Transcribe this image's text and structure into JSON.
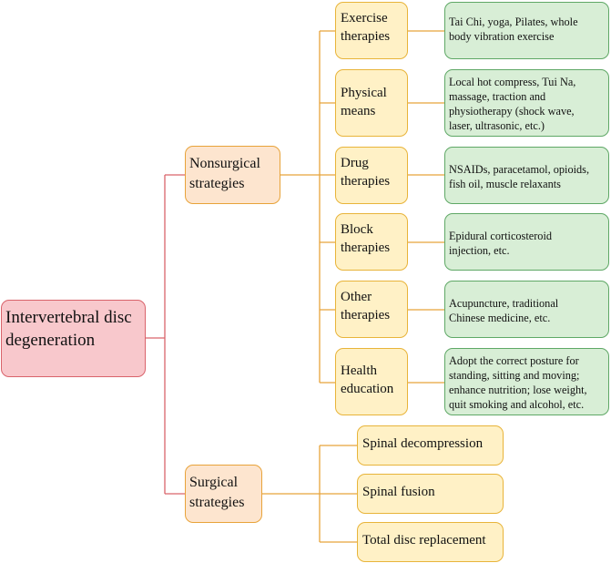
{
  "root": {
    "line1": "Intervertebral disc",
    "line2": "degeneration"
  },
  "nonsurgical": {
    "line1": "Nonsurgical",
    "line2": "strategies",
    "items": [
      {
        "line1": "Exercise",
        "line2": "therapies",
        "detail": [
          "Tai Chi, yoga, Pilates, whole",
          "body vibration exercise"
        ]
      },
      {
        "line1": "Physical",
        "line2": "means",
        "detail": [
          "Local hot compress, Tui Na,",
          "massage, traction and",
          "physiotherapy (shock wave,",
          "laser, ultrasonic, etc.)"
        ]
      },
      {
        "line1": "Drug",
        "line2": "therapies",
        "detail": [
          "NSAIDs, paracetamol, opioids,",
          "fish oil, muscle relaxants"
        ]
      },
      {
        "line1": "Block",
        "line2": "therapies",
        "detail": [
          "Epidural corticosteroid",
          "injection, etc."
        ]
      },
      {
        "line1": "Other",
        "line2": "therapies",
        "detail": [
          "Acupuncture, traditional",
          "Chinese medicine, etc."
        ]
      },
      {
        "line1": "Health",
        "line2": "education",
        "detail": [
          "Adopt the correct posture for",
          "standing, sitting and moving;",
          "enhance nutrition; lose weight,",
          "quit smoking and alcohol, etc."
        ]
      }
    ]
  },
  "surgical": {
    "line1": "Surgical",
    "line2": "strategies",
    "items": [
      "Spinal decompression",
      "Spinal fusion",
      "Total disc replacement"
    ]
  },
  "colors": {
    "root_fill": "#f8c8cc",
    "root_border": "#d9636b",
    "level1_fill": "#fde5cf",
    "level1_border": "#e8a33a",
    "level2_fill": "#fff1c6",
    "level2_border": "#e8b43a",
    "leaf_fill": "#d8eed6",
    "leaf_border": "#5fa866",
    "connector_root": "#d9636b",
    "connector": "#e8a33a"
  }
}
